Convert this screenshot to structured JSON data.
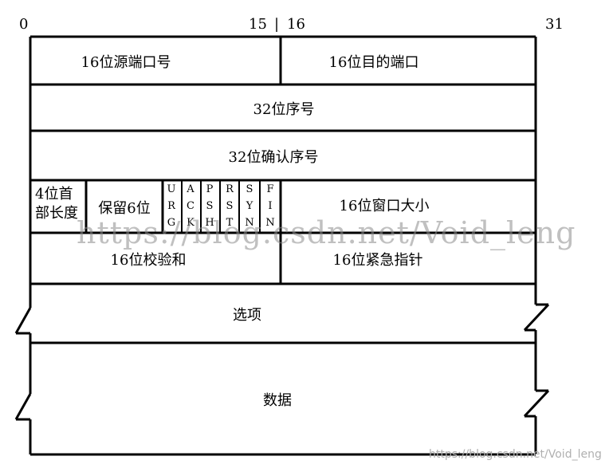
{
  "bit_labels": {
    "start": "0",
    "mid_left": "15",
    "separator": "|",
    "mid_right": "16",
    "end": "31"
  },
  "fields": {
    "src_port": "16位源端口号",
    "dst_port": "16位目的端口",
    "seq": "32位序号",
    "ack": "32位确认序号",
    "hdr_len_line1": "4位首",
    "hdr_len_line2": "部长度",
    "reserved": "保留6位",
    "window": "16位窗口大小",
    "checksum": "16位校验和",
    "urgent": "16位紧急指针",
    "options": "选项",
    "data": "数据"
  },
  "flags": [
    {
      "name": "URG",
      "chars": [
        "U",
        "R",
        "G"
      ]
    },
    {
      "name": "ACK",
      "chars": [
        "A",
        "C",
        "K"
      ]
    },
    {
      "name": "PSH",
      "chars": [
        "P",
        "S",
        "H"
      ]
    },
    {
      "name": "RST",
      "chars": [
        "R",
        "S",
        "T"
      ]
    },
    {
      "name": "SYN",
      "chars": [
        "S",
        "Y",
        "N"
      ]
    },
    {
      "name": "FIN",
      "chars": [
        "F",
        "I",
        "N"
      ]
    }
  ],
  "watermark": {
    "main": "https://blog.csdn.net/Void_leng",
    "corner": "https://blog.csdn.net/Void_leng"
  }
}
